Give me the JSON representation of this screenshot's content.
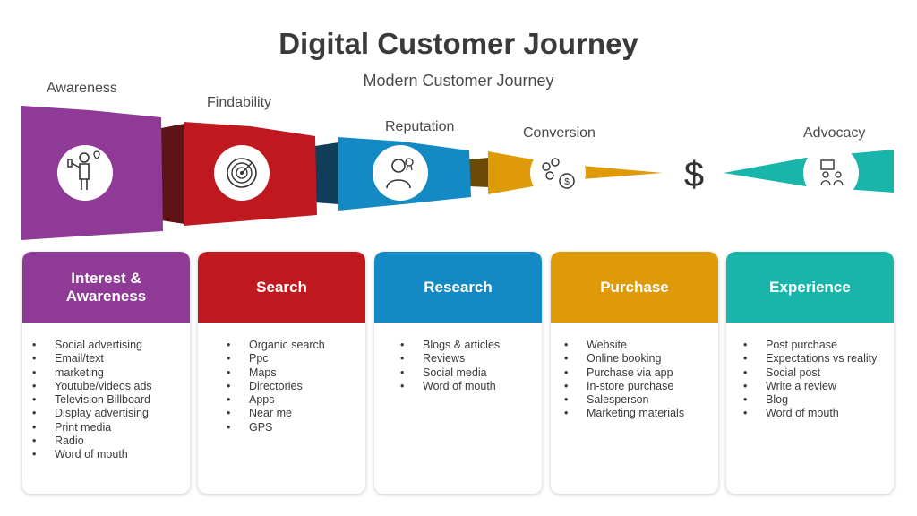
{
  "title": "Digital Customer Journey",
  "subtitle": "Modern Customer Journey",
  "stages": [
    {
      "label": "Awareness",
      "icon": "megaphone-person-icon"
    },
    {
      "label": "Findability",
      "icon": "radar-target-icon"
    },
    {
      "label": "Reputation",
      "icon": "person-badge-icon"
    },
    {
      "label": "Conversion",
      "icon": "people-money-icon"
    },
    {
      "label": "Advocacy",
      "icon": "presentation-people-icon"
    }
  ],
  "dollar_icon": "dollar-icon",
  "cards": [
    {
      "header": "Interest & Awareness",
      "color": "#8e3a96",
      "items": [
        "Social advertising",
        "Email/text",
        "marketing",
        "Youtube/videos ads",
        "Television Billboard",
        "Display advertising",
        "Print media",
        "Radio",
        "Word of mouth"
      ]
    },
    {
      "header": "Search",
      "color": "#c0181f",
      "items": [
        "Organic search",
        "Ppc",
        "Maps",
        "Directories",
        "Apps",
        "Near me",
        "GPS"
      ]
    },
    {
      "header": "Research",
      "color": "#138ac4",
      "items": [
        "Blogs & articles",
        "Reviews",
        "Social media",
        "Word of mouth"
      ]
    },
    {
      "header": "Purchase",
      "color": "#df9a07",
      "items": [
        "Website",
        "Online booking",
        "Purchase via app",
        "In-store purchase",
        "Salesperson",
        "Marketing materials"
      ]
    },
    {
      "header": "Experience",
      "color": "#1ab5aa",
      "items": [
        "Post purchase",
        "Expectations  vs reality",
        "Social post",
        "Write a review",
        "Blog",
        "Word of mouth"
      ]
    }
  ],
  "colors": {
    "purple": "#8e3a96",
    "red": "#c0181f",
    "blue": "#138ac4",
    "orange": "#df9a07",
    "teal": "#1ab5aa"
  }
}
